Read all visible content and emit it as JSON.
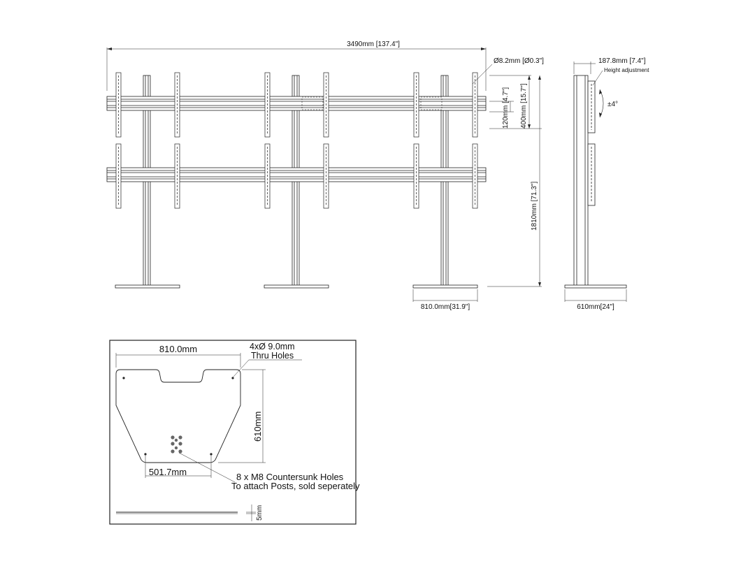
{
  "front_view": {
    "overall_width": "3490mm [137.4\"]",
    "hole_diameter": "Ø8.2mm [Ø0.3\"]",
    "rail_spacing_small": "120mm [4.7\"]",
    "rail_spacing_large": "400mm [15.7\"]",
    "overall_height": "1810mm [71.3\"]",
    "base_width": "810.0mm[31.9\"]"
  },
  "side_view": {
    "depth": "187.8mm [7.4\"]",
    "height_adjustment": "Height adjustment",
    "tilt": "±4°",
    "base_depth": "610mm[24\"]"
  },
  "base_plate_detail": {
    "width": "810.0mm",
    "thru_holes_line1": "4xØ 9.0mm",
    "thru_holes_line2": "Thru Holes",
    "depth": "610mm",
    "hole_spacing": "501.7mm",
    "countersunk_line1": "8 x M8 Countersunk Holes",
    "countersunk_line2": "To attach Posts, sold seperately",
    "thickness": "5mm"
  }
}
